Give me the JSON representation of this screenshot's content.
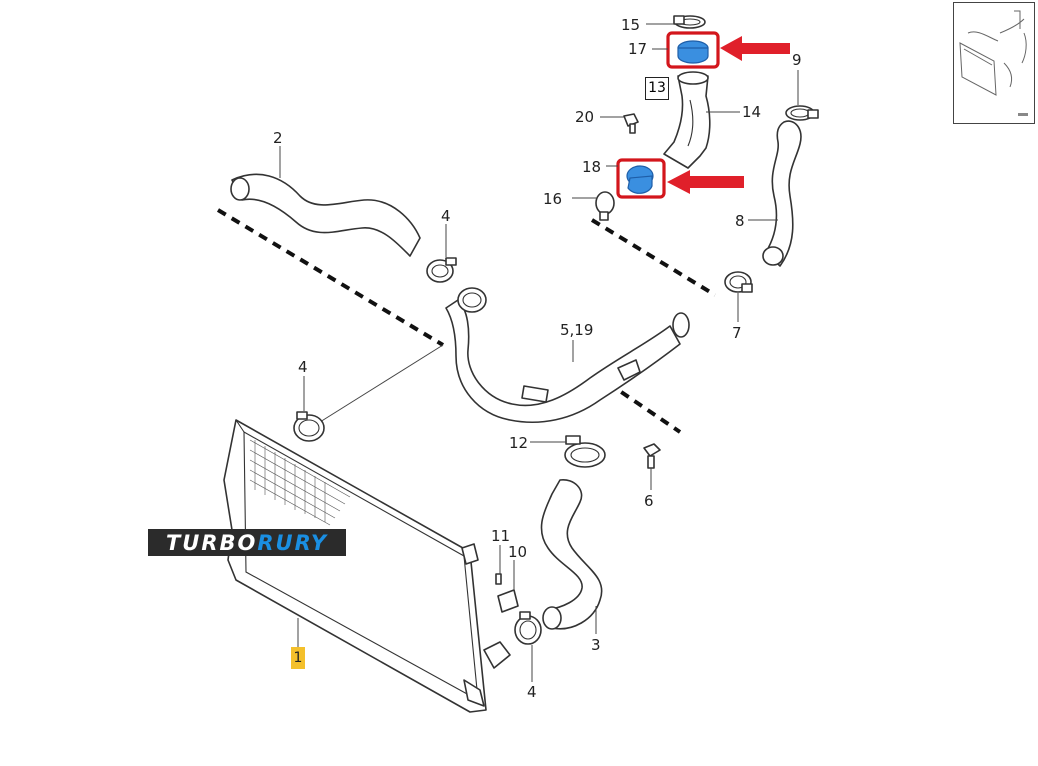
{
  "labels": {
    "l1": "1",
    "l2": "2",
    "l3": "3",
    "l4a": "4",
    "l4b": "4",
    "l4c": "4",
    "l519": "5,19",
    "l6": "6",
    "l7": "7",
    "l8": "8",
    "l9": "9",
    "l10": "10",
    "l11": "11",
    "l12": "12",
    "l13": "13",
    "l14": "14",
    "l15": "15",
    "l16": "16",
    "l17": "17",
    "l18": "18",
    "l20": "20"
  },
  "logo": {
    "part1": "TURBO",
    "part2": "RURY"
  },
  "colors": {
    "highlight": "#d3161c",
    "arrow": "#e0202a",
    "part_fill": "#3a8fe0",
    "badge": "#f4c02b",
    "logo_bg": "#2b2b2b",
    "logo_accent": "#1a8fe3"
  }
}
